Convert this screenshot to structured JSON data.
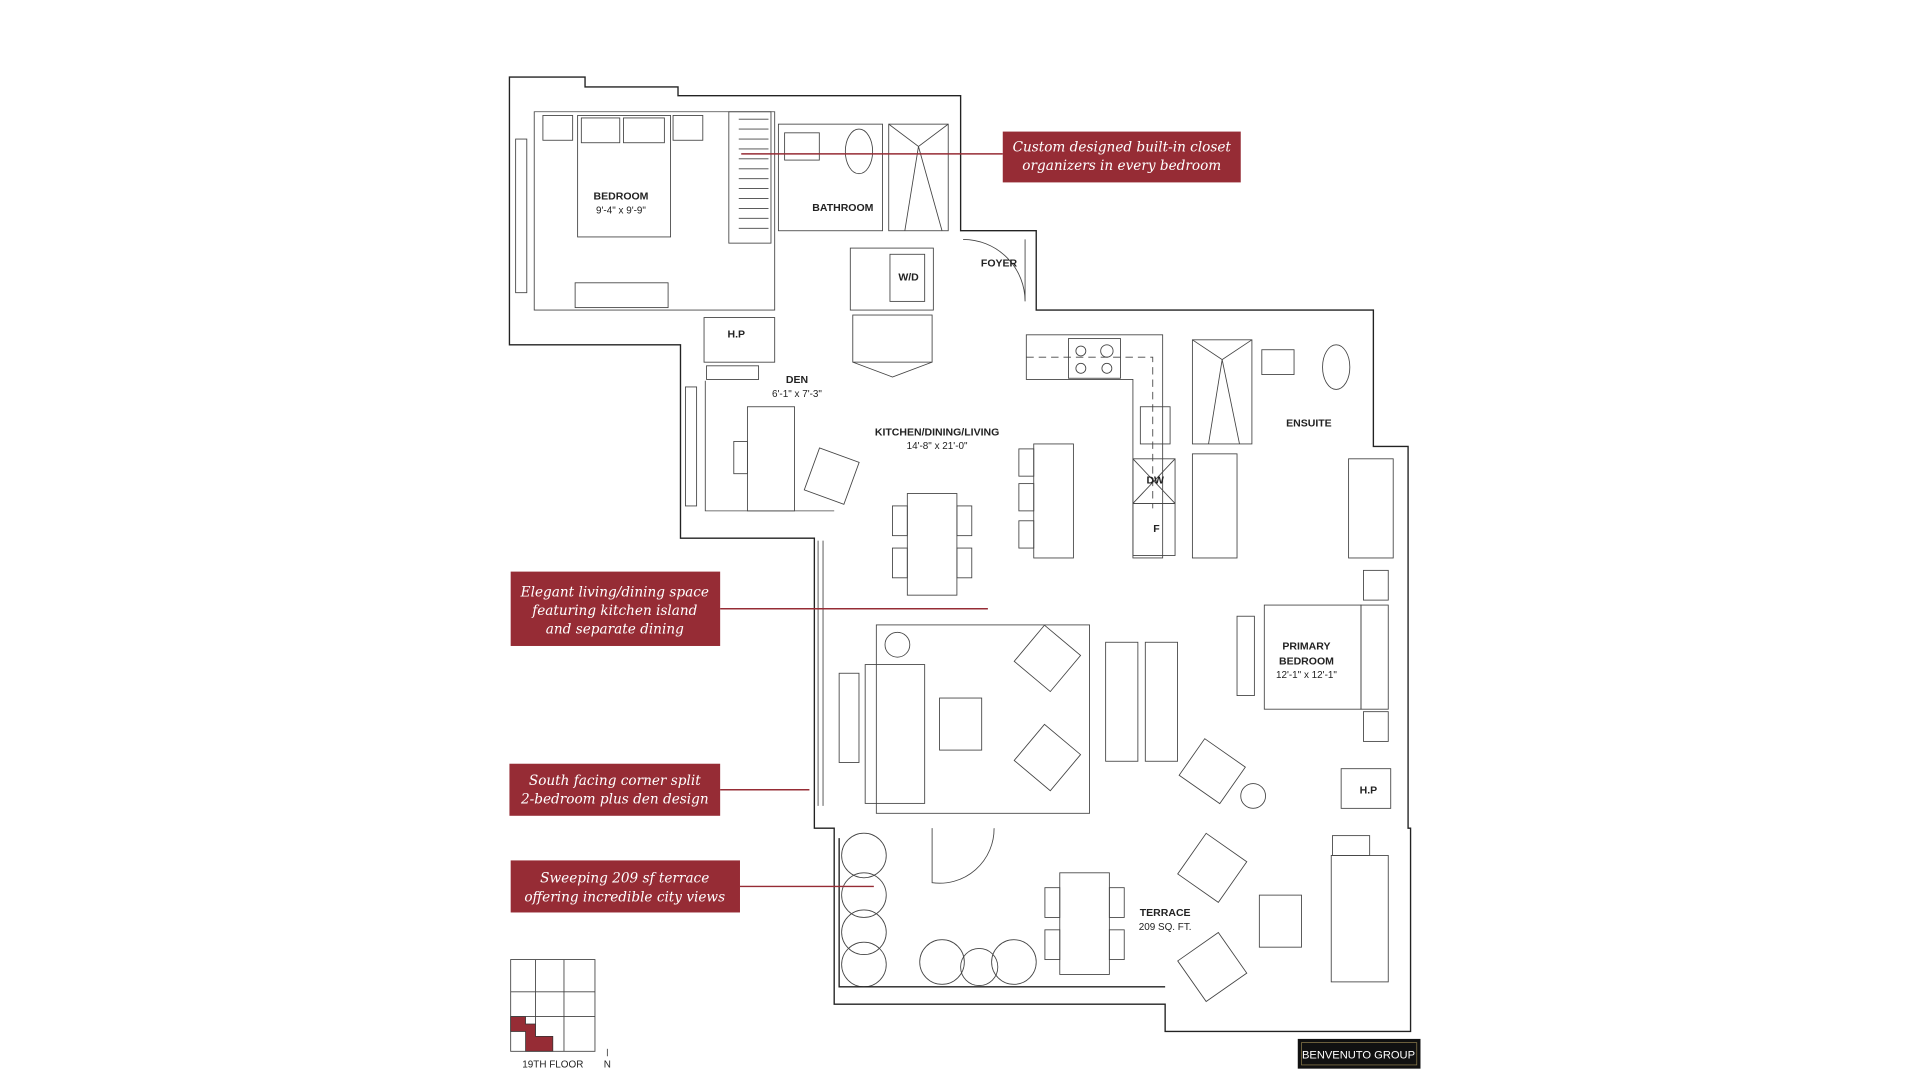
{
  "rooms": {
    "bedroom": {
      "name": "BEDROOM",
      "dims": "9'-4\" x 9'-9\""
    },
    "bathroom": {
      "name": "BATHROOM"
    },
    "wd": {
      "name": "W/D"
    },
    "foyer": {
      "name": "FOYER"
    },
    "hp1": {
      "name": "H.P"
    },
    "den": {
      "name": "DEN",
      "dims": "6'-1\" x 7'-3\""
    },
    "kdl": {
      "name": "KITCHEN/DINING/LIVING",
      "dims": "14'-8\" x 21'-0\""
    },
    "dw": {
      "name": "DW"
    },
    "fridge": {
      "name": "F"
    },
    "ensuite": {
      "name": "ENSUITE"
    },
    "primary": {
      "name1": "PRIMARY",
      "name2": "BEDROOM",
      "dims": "12'-1\" x 12'-1\""
    },
    "hp2": {
      "name": "H.P"
    },
    "terrace": {
      "name": "TERRACE",
      "dims": "209 SQ. FT."
    }
  },
  "callouts": [
    {
      "lines": [
        "Custom designed built-in closet",
        "organizers in every bedroom"
      ]
    },
    {
      "lines": [
        "Elegant living/dining space",
        "featuring kitchen island",
        "and separate dining"
      ]
    },
    {
      "lines": [
        "South facing corner split",
        "2-bedroom plus den design"
      ]
    },
    {
      "lines": [
        "Sweeping 209 sf terrace",
        "offering incredible city views"
      ]
    }
  ],
  "keyplan": {
    "floor": "19TH FLOOR",
    "north": "N"
  },
  "logo": {
    "text": "BENVENUTO GROUP"
  },
  "colors": {
    "accent": "#962c35",
    "logo_bg": "#111111"
  }
}
